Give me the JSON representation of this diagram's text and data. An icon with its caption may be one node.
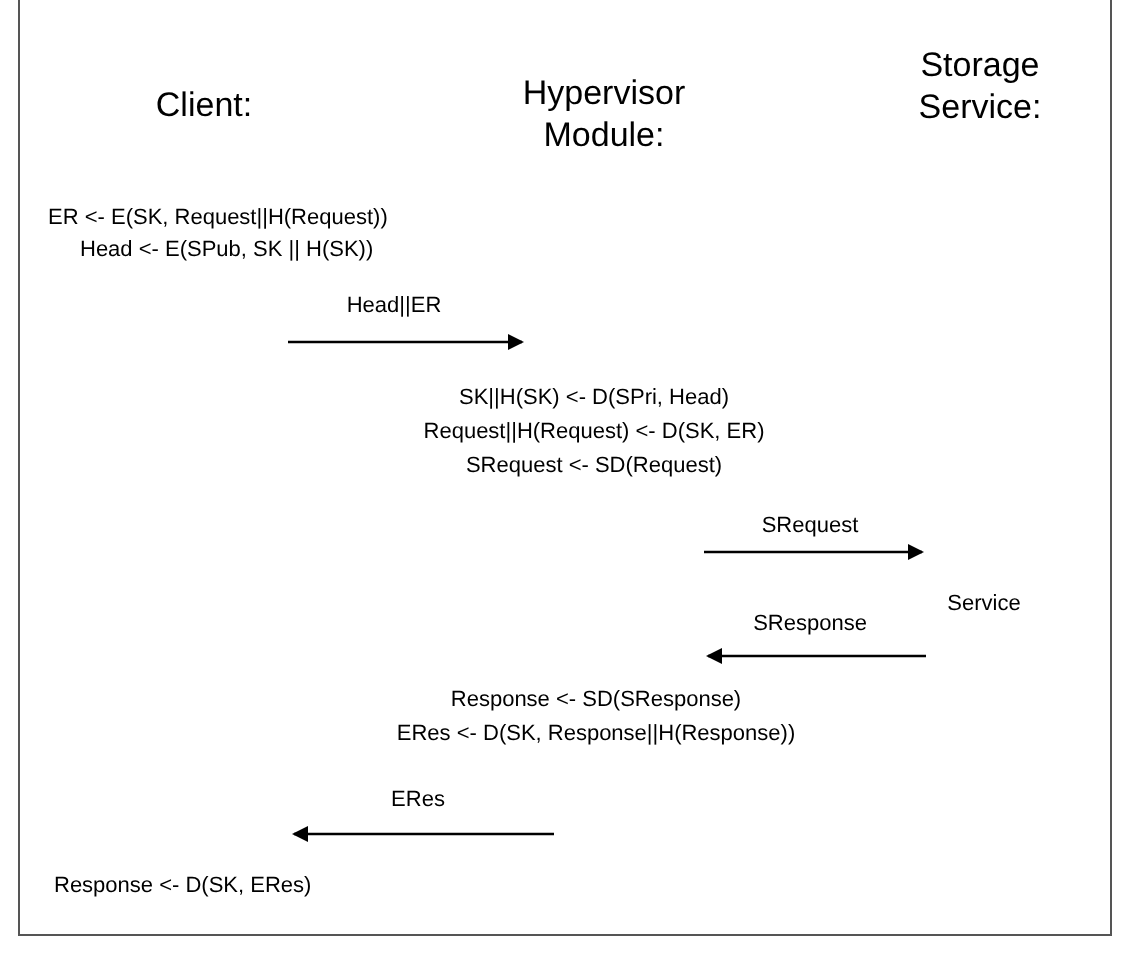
{
  "diagram": {
    "labels": [
      "Client:",
      "Hypervisor Module:",
      "Storage Service:",
      "ER <- E(SK, Request||H(Request))",
      "Head <- E(SPub, SK || H(SK))",
      "Head||ER",
      "SK||H(SK) <- D(SPri, Head)",
      "Request||H(Request) <- D(SK, ER)",
      "SRequest <- SD(Request)",
      "SRequest",
      "Service",
      "SResponse",
      "Response <- SD(SResponse)",
      "ERes <- D(SK, Response||H(Response))",
      "ERes",
      "Response <- D(SK, ERes)"
    ]
  }
}
